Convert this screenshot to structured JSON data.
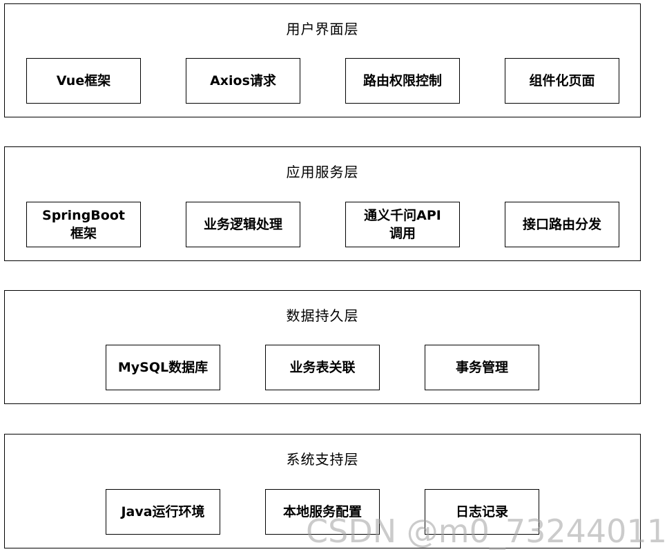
{
  "layers": [
    {
      "title": "用户界面层",
      "components": [
        "Vue框架",
        "Axios请求",
        "路由权限控制",
        "组件化页面"
      ]
    },
    {
      "title": "应用服务层",
      "components": [
        "SpringBoot框架",
        "业务逻辑处理",
        "通义千问API调用",
        "接口路由分发"
      ]
    },
    {
      "title": "数据持久层",
      "components": [
        "MySQL数据库",
        "业务表关联",
        "事务管理"
      ]
    },
    {
      "title": "系统支持层",
      "components": [
        "Java运行环境",
        "本地服务配置",
        "日志记录"
      ]
    }
  ],
  "watermark": "CSDN @m0_73244011"
}
